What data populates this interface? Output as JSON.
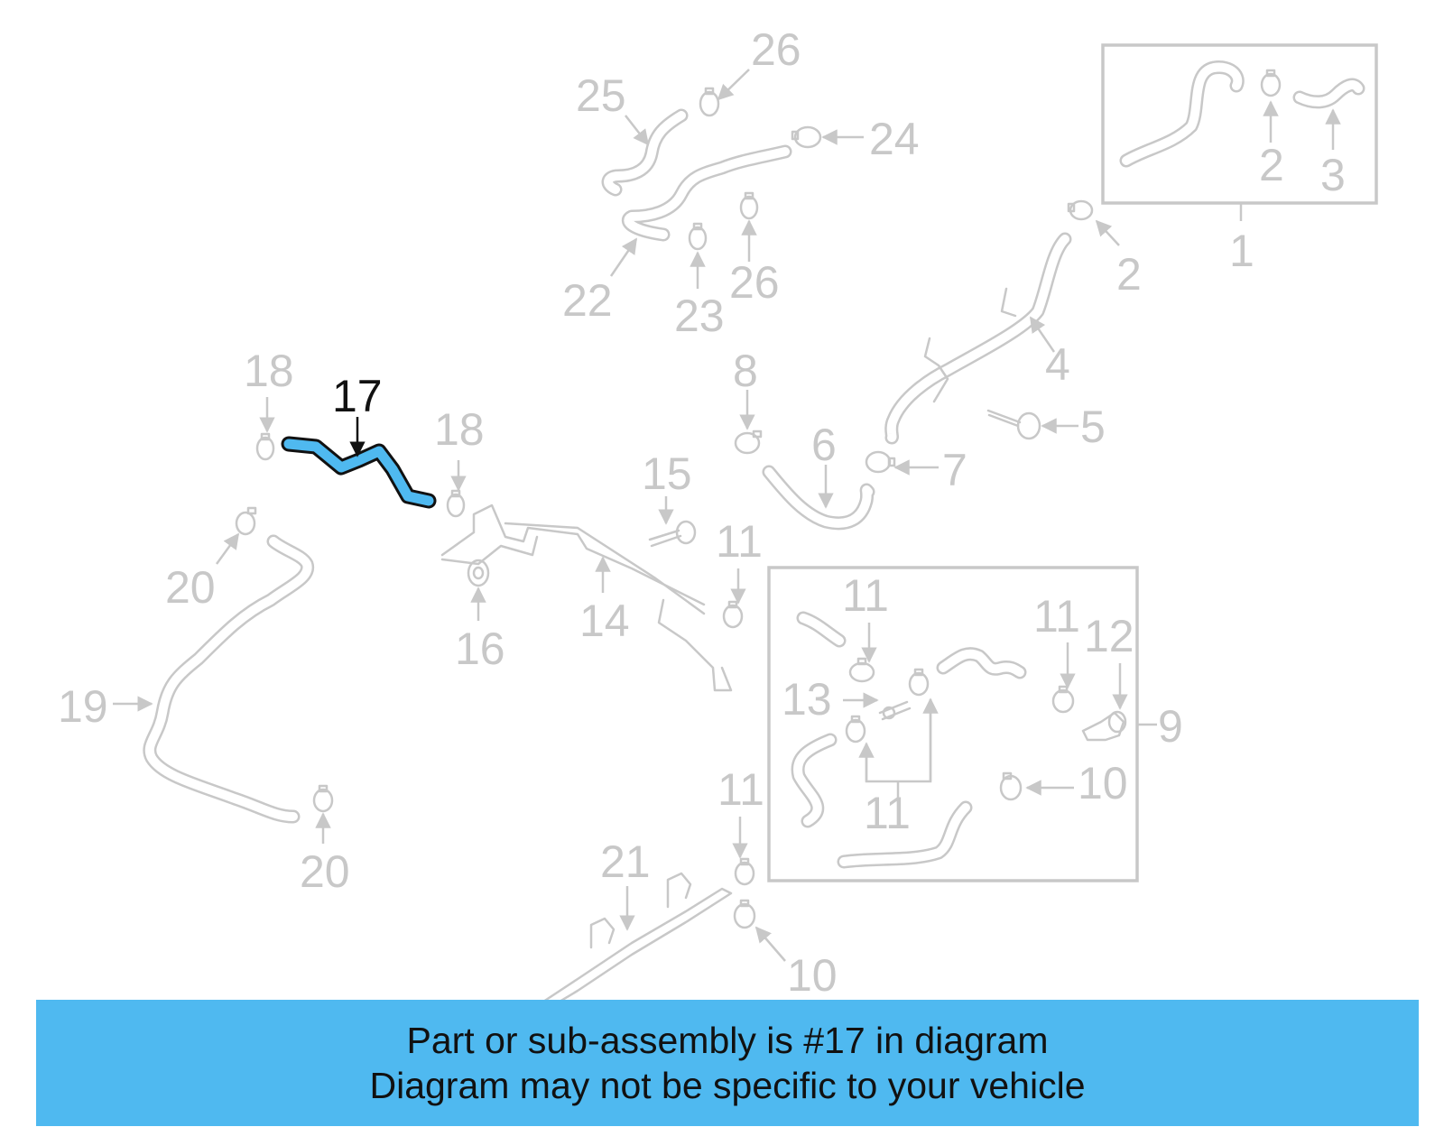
{
  "diagram": {
    "highlighted_part": "17",
    "highlight_color": "#4fb9f0",
    "callout_labels": [
      {
        "id": "lbl-26a",
        "text": "26"
      },
      {
        "id": "lbl-25",
        "text": "25"
      },
      {
        "id": "lbl-24",
        "text": "24"
      },
      {
        "id": "lbl-22",
        "text": "22"
      },
      {
        "id": "lbl-23",
        "text": "23"
      },
      {
        "id": "lbl-26b",
        "text": "26"
      },
      {
        "id": "lbl-2a",
        "text": "2"
      },
      {
        "id": "lbl-3",
        "text": "3"
      },
      {
        "id": "lbl-1",
        "text": "1"
      },
      {
        "id": "lbl-2b",
        "text": "2"
      },
      {
        "id": "lbl-4",
        "text": "4"
      },
      {
        "id": "lbl-5",
        "text": "5"
      },
      {
        "id": "lbl-8",
        "text": "8"
      },
      {
        "id": "lbl-6",
        "text": "6"
      },
      {
        "id": "lbl-7",
        "text": "7"
      },
      {
        "id": "lbl-18a",
        "text": "18"
      },
      {
        "id": "lbl-17",
        "text": "17"
      },
      {
        "id": "lbl-18b",
        "text": "18"
      },
      {
        "id": "lbl-15",
        "text": "15"
      },
      {
        "id": "lbl-11a",
        "text": "11"
      },
      {
        "id": "lbl-14",
        "text": "14"
      },
      {
        "id": "lbl-16",
        "text": "16"
      },
      {
        "id": "lbl-20a",
        "text": "20"
      },
      {
        "id": "lbl-19",
        "text": "19"
      },
      {
        "id": "lbl-20b",
        "text": "20"
      },
      {
        "id": "lbl-11b",
        "text": "11"
      },
      {
        "id": "lbl-13",
        "text": "13"
      },
      {
        "id": "lbl-11c",
        "text": "11"
      },
      {
        "id": "lbl-12",
        "text": "12"
      },
      {
        "id": "lbl-9",
        "text": "9"
      },
      {
        "id": "lbl-11d",
        "text": "11"
      },
      {
        "id": "lbl-10a",
        "text": "10"
      },
      {
        "id": "lbl-11e",
        "text": "11"
      },
      {
        "id": "lbl-21",
        "text": "21"
      },
      {
        "id": "lbl-10b",
        "text": "10"
      }
    ]
  },
  "banner": {
    "line1": "Part or sub-assembly is #17 in diagram",
    "line2": "Diagram may not be specific to your vehicle",
    "background": "#4fb9f0"
  }
}
